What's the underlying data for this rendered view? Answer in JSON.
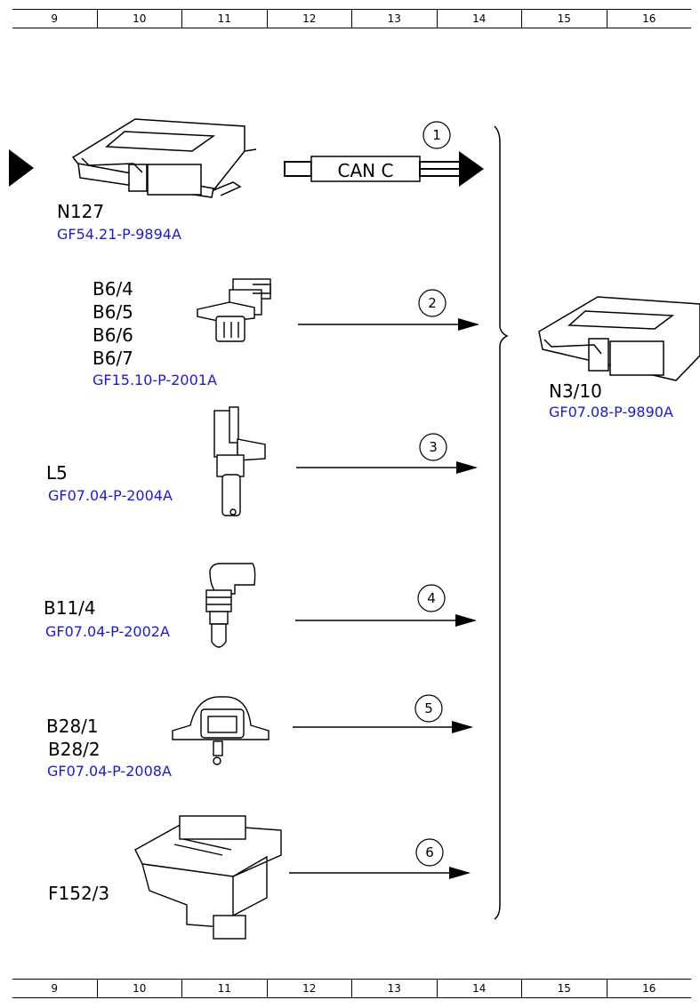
{
  "ruler": [
    "9",
    "10",
    "11",
    "12",
    "13",
    "14",
    "15",
    "16"
  ],
  "bus": {
    "label": "CAN C"
  },
  "components": [
    {
      "id": "N127",
      "doc": "GF54.21-P-9894A"
    },
    {
      "labels": [
        "B6/4",
        "B6/5",
        "B6/6",
        "B6/7"
      ],
      "doc": "GF15.10-P-2001A"
    },
    {
      "id": "L5",
      "doc": "GF07.04-P-2004A"
    },
    {
      "id": "B11/4",
      "doc": "GF07.04-P-2002A"
    },
    {
      "labels": [
        "B28/1",
        "B28/2"
      ],
      "doc": "GF07.04-P-2008A"
    },
    {
      "id": "F152/3"
    }
  ],
  "target": {
    "id": "N3/10",
    "doc": "GF07.08-P-9890A"
  },
  "signals": [
    "1",
    "2",
    "3",
    "4",
    "5",
    "6"
  ]
}
